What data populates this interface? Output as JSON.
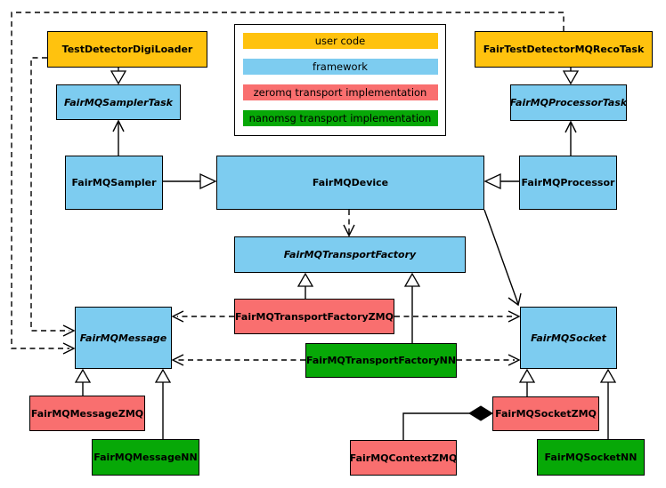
{
  "diagram": {
    "type": "uml-class-diagram",
    "colors": {
      "user_code": "#FFC20E",
      "framework": "#7DCCF0",
      "zeromq": "#F96F6F",
      "nanomsg": "#07A807",
      "line": "#000000",
      "background": "#FFFFFF"
    },
    "legend": {
      "items": [
        {
          "label": "user code",
          "category": "user_code"
        },
        {
          "label": "framework",
          "category": "framework"
        },
        {
          "label": "zeromq transport implementation",
          "category": "zeromq"
        },
        {
          "label": "nanomsg transport implementation",
          "category": "nanomsg"
        }
      ]
    },
    "nodes": [
      {
        "label": "TestDetectorDigiLoader",
        "category": "user_code",
        "abstract": false
      },
      {
        "label": "FairTestDetectorMQRecoTask",
        "category": "user_code",
        "abstract": false
      },
      {
        "label": "FairMQSamplerTask",
        "category": "framework",
        "abstract": true
      },
      {
        "label": "FairMQProcessorTask",
        "category": "framework",
        "abstract": true
      },
      {
        "label": "FairMQSampler",
        "category": "framework",
        "abstract": false
      },
      {
        "label": "FairMQDevice",
        "category": "framework",
        "abstract": false
      },
      {
        "label": "FairMQProcessor",
        "category": "framework",
        "abstract": false
      },
      {
        "label": "FairMQTransportFactory",
        "category": "framework",
        "abstract": true
      },
      {
        "label": "FairMQTransportFactoryZMQ",
        "category": "zeromq",
        "abstract": false
      },
      {
        "label": "FairMQTransportFactoryNN",
        "category": "nanomsg",
        "abstract": false
      },
      {
        "label": "FairMQMessage",
        "category": "framework",
        "abstract": true
      },
      {
        "label": "FairMQSocket",
        "category": "framework",
        "abstract": true
      },
      {
        "label": "FairMQMessageZMQ",
        "category": "zeromq",
        "abstract": false
      },
      {
        "label": "FairMQMessageNN",
        "category": "nanomsg",
        "abstract": false
      },
      {
        "label": "FairMQSocketZMQ",
        "category": "zeromq",
        "abstract": false
      },
      {
        "label": "FairMQSocketNN",
        "category": "nanomsg",
        "abstract": false
      },
      {
        "label": "FairMQContextZMQ",
        "category": "zeromq",
        "abstract": false
      }
    ],
    "edges": [
      {
        "from": "TestDetectorDigiLoader",
        "to": "FairMQSamplerTask",
        "relation": "inheritance",
        "line": "solid"
      },
      {
        "from": "FairMQSampler",
        "to": "FairMQSamplerTask",
        "relation": "association",
        "line": "solid"
      },
      {
        "from": "FairTestDetectorMQRecoTask",
        "to": "FairMQProcessorTask",
        "relation": "inheritance",
        "line": "solid"
      },
      {
        "from": "FairMQProcessor",
        "to": "FairMQProcessorTask",
        "relation": "association",
        "line": "solid"
      },
      {
        "from": "FairMQSampler",
        "to": "FairMQDevice",
        "relation": "inheritance",
        "line": "solid"
      },
      {
        "from": "FairMQProcessor",
        "to": "FairMQDevice",
        "relation": "inheritance",
        "line": "solid"
      },
      {
        "from": "FairMQDevice",
        "to": "FairMQTransportFactory",
        "relation": "dependency",
        "line": "dashed"
      },
      {
        "from": "FairMQDevice",
        "to": "FairMQSocket",
        "relation": "association",
        "line": "solid"
      },
      {
        "from": "FairMQTransportFactoryZMQ",
        "to": "FairMQTransportFactory",
        "relation": "inheritance",
        "line": "solid"
      },
      {
        "from": "FairMQTransportFactoryNN",
        "to": "FairMQTransportFactory",
        "relation": "inheritance",
        "line": "solid"
      },
      {
        "from": "FairMQTransportFactoryZMQ",
        "to": "FairMQMessage",
        "relation": "dependency",
        "line": "dashed"
      },
      {
        "from": "FairMQTransportFactoryZMQ",
        "to": "FairMQSocket",
        "relation": "dependency",
        "line": "dashed"
      },
      {
        "from": "FairMQTransportFactoryNN",
        "to": "FairMQMessage",
        "relation": "dependency",
        "line": "dashed"
      },
      {
        "from": "FairMQTransportFactoryNN",
        "to": "FairMQSocket",
        "relation": "dependency",
        "line": "dashed"
      },
      {
        "from": "TestDetectorDigiLoader",
        "to": "FairMQMessage",
        "relation": "dependency",
        "line": "dashed"
      },
      {
        "from": "FairTestDetectorMQRecoTask",
        "to": "FairMQMessage",
        "relation": "dependency",
        "line": "dashed"
      },
      {
        "from": "FairMQMessageZMQ",
        "to": "FairMQMessage",
        "relation": "inheritance",
        "line": "solid"
      },
      {
        "from": "FairMQMessageNN",
        "to": "FairMQMessage",
        "relation": "inheritance",
        "line": "solid"
      },
      {
        "from": "FairMQSocketZMQ",
        "to": "FairMQSocket",
        "relation": "inheritance",
        "line": "solid"
      },
      {
        "from": "FairMQSocketNN",
        "to": "FairMQSocket",
        "relation": "inheritance",
        "line": "solid"
      },
      {
        "from": "FairMQContextZMQ",
        "to": "FairMQSocketZMQ",
        "relation": "composition",
        "line": "solid"
      }
    ]
  }
}
